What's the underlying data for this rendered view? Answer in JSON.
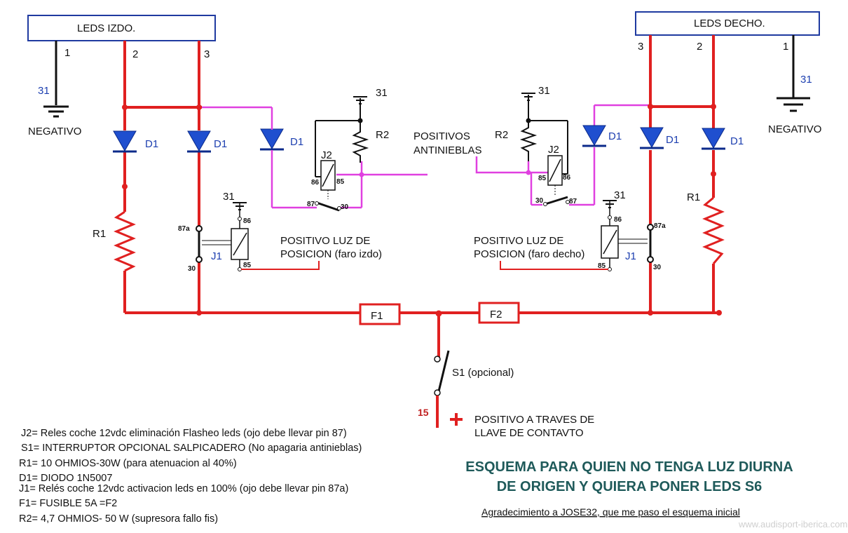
{
  "boxes": {
    "left": "LEDS IZDO.",
    "right": "LEDS DECHO."
  },
  "pins": {
    "p1": "1",
    "p2": "2",
    "p3": "3"
  },
  "ground": {
    "label": "31",
    "negative": "NEGATIVO"
  },
  "diode": "D1",
  "resistors": {
    "r1": "R1",
    "r2": "R2"
  },
  "relays": {
    "j1": "J1",
    "j2": "J2",
    "p86": "86",
    "p85": "85",
    "p87": "87",
    "p87a": "87a",
    "p30": "30",
    "p31": "31"
  },
  "notes": {
    "antinieblas_1": "POSITIVOS",
    "antinieblas_2": "ANTINIEBLAS",
    "luz_izdo_1": "POSITIVO LUZ DE",
    "luz_izdo_2": "POSICION (faro izdo)",
    "luz_decho_1": "POSITIVO LUZ DE",
    "luz_decho_2": "POSICION (faro decho)"
  },
  "fuses": {
    "f1": "F1",
    "f2": "F2"
  },
  "switch": {
    "label": "S1  (opcional)",
    "pin": "15"
  },
  "supply": {
    "line1": "POSITIVO A TRAVES DE",
    "line2": "LLAVE DE CONTAVTO"
  },
  "legend": [
    "J2= Reles coche 12vdc eliminación Flasheo leds  (ojo debe llevar pin 87)",
    "S1= INTERRUPTOR OPCIONAL SALPICADERO (No apagaria antinieblas)",
    "R1= 10 OHMIOS-30W  (para atenuacion al 40%)",
    "D1=  DIODO 1N5007",
    "J1=  Relés coche 12vdc activacion  leds en 100% (ojo debe llevar pin 87a)",
    "F1= FUSIBLE 5A =F2",
    "R2= 4,7 OHMIOS- 50 W (supresora fallo fis)"
  ],
  "title": {
    "line1": "ESQUEMA PARA QUIEN NO TENGA LUZ DIURNA",
    "line2": "DE ORIGEN Y QUIERA PONER LEDS S6"
  },
  "acknowledgement": "Agradecimiento a JOSE32, que me paso el esquema inicial",
  "watermark": "www.audisport-iberica.com",
  "colors": {
    "wire": "#e02020",
    "pink": "#e040e0",
    "diode": "#1f4fcf",
    "title": "#1f5a5a",
    "label_blue": "#1d3fb0"
  }
}
